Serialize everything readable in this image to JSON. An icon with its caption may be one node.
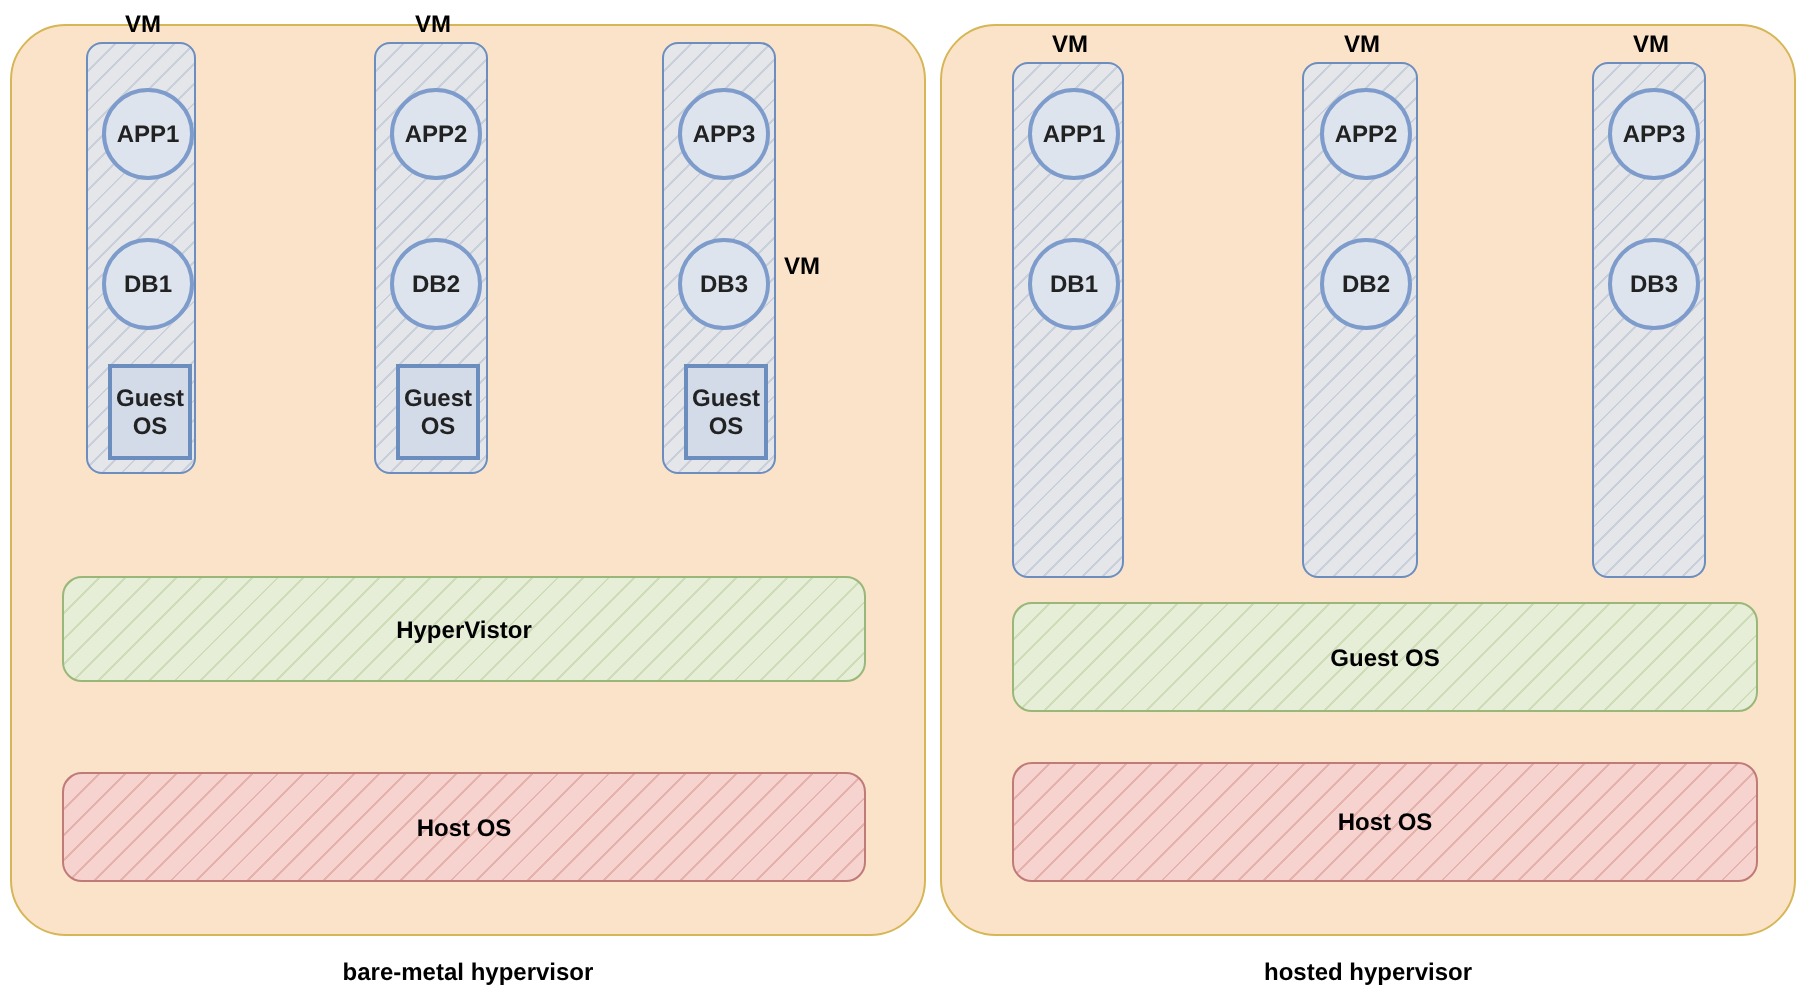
{
  "diagram": {
    "nodes": [
      {
        "text": [
          "bare-metal hypervisor"
        ]
      },
      {
        "text": [
          "VM"
        ],
        "in": 0
      },
      {
        "text": [
          "APP1"
        ],
        "in": 1
      },
      {
        "text": [
          "DB1"
        ],
        "in": 1
      },
      {
        "text": [
          "Guest OS"
        ],
        "in": 1
      },
      {
        "text": [
          "VM"
        ],
        "in": 0
      },
      {
        "text": [
          "APP2"
        ],
        "in": 5
      },
      {
        "text": [
          "DB2"
        ],
        "in": 5
      },
      {
        "text": [
          "Guest OS"
        ],
        "in": 5
      },
      {
        "text": [
          "VM"
        ],
        "in": 0
      },
      {
        "text": [
          "APP3"
        ],
        "in": 9
      },
      {
        "text": [
          "DB3"
        ],
        "in": 9
      },
      {
        "text": [
          "Guest OS"
        ],
        "in": 9
      },
      {
        "text": [
          "HyperVistor"
        ],
        "in": 0
      },
      {
        "text": [
          "Host OS"
        ],
        "in": 0
      },
      {
        "text": [
          "hosted hypervisor"
        ]
      },
      {
        "text": [
          "VM"
        ],
        "in": 15
      },
      {
        "text": [
          "APP1"
        ],
        "in": 16
      },
      {
        "text": [
          "DB1"
        ],
        "in": 16
      },
      {
        "text": [
          "VM"
        ],
        "in": 15
      },
      {
        "text": [
          "APP2"
        ],
        "in": 19
      },
      {
        "text": [
          "DB2"
        ],
        "in": 19
      },
      {
        "text": [
          "VM"
        ],
        "in": 15
      },
      {
        "text": [
          "APP3"
        ],
        "in": 22
      },
      {
        "text": [
          "DB3"
        ],
        "in": 22
      },
      {
        "text": [
          "Guest OS"
        ],
        "in": 15
      },
      {
        "text": [
          "Host OS"
        ],
        "in": 15
      }
    ]
  }
}
